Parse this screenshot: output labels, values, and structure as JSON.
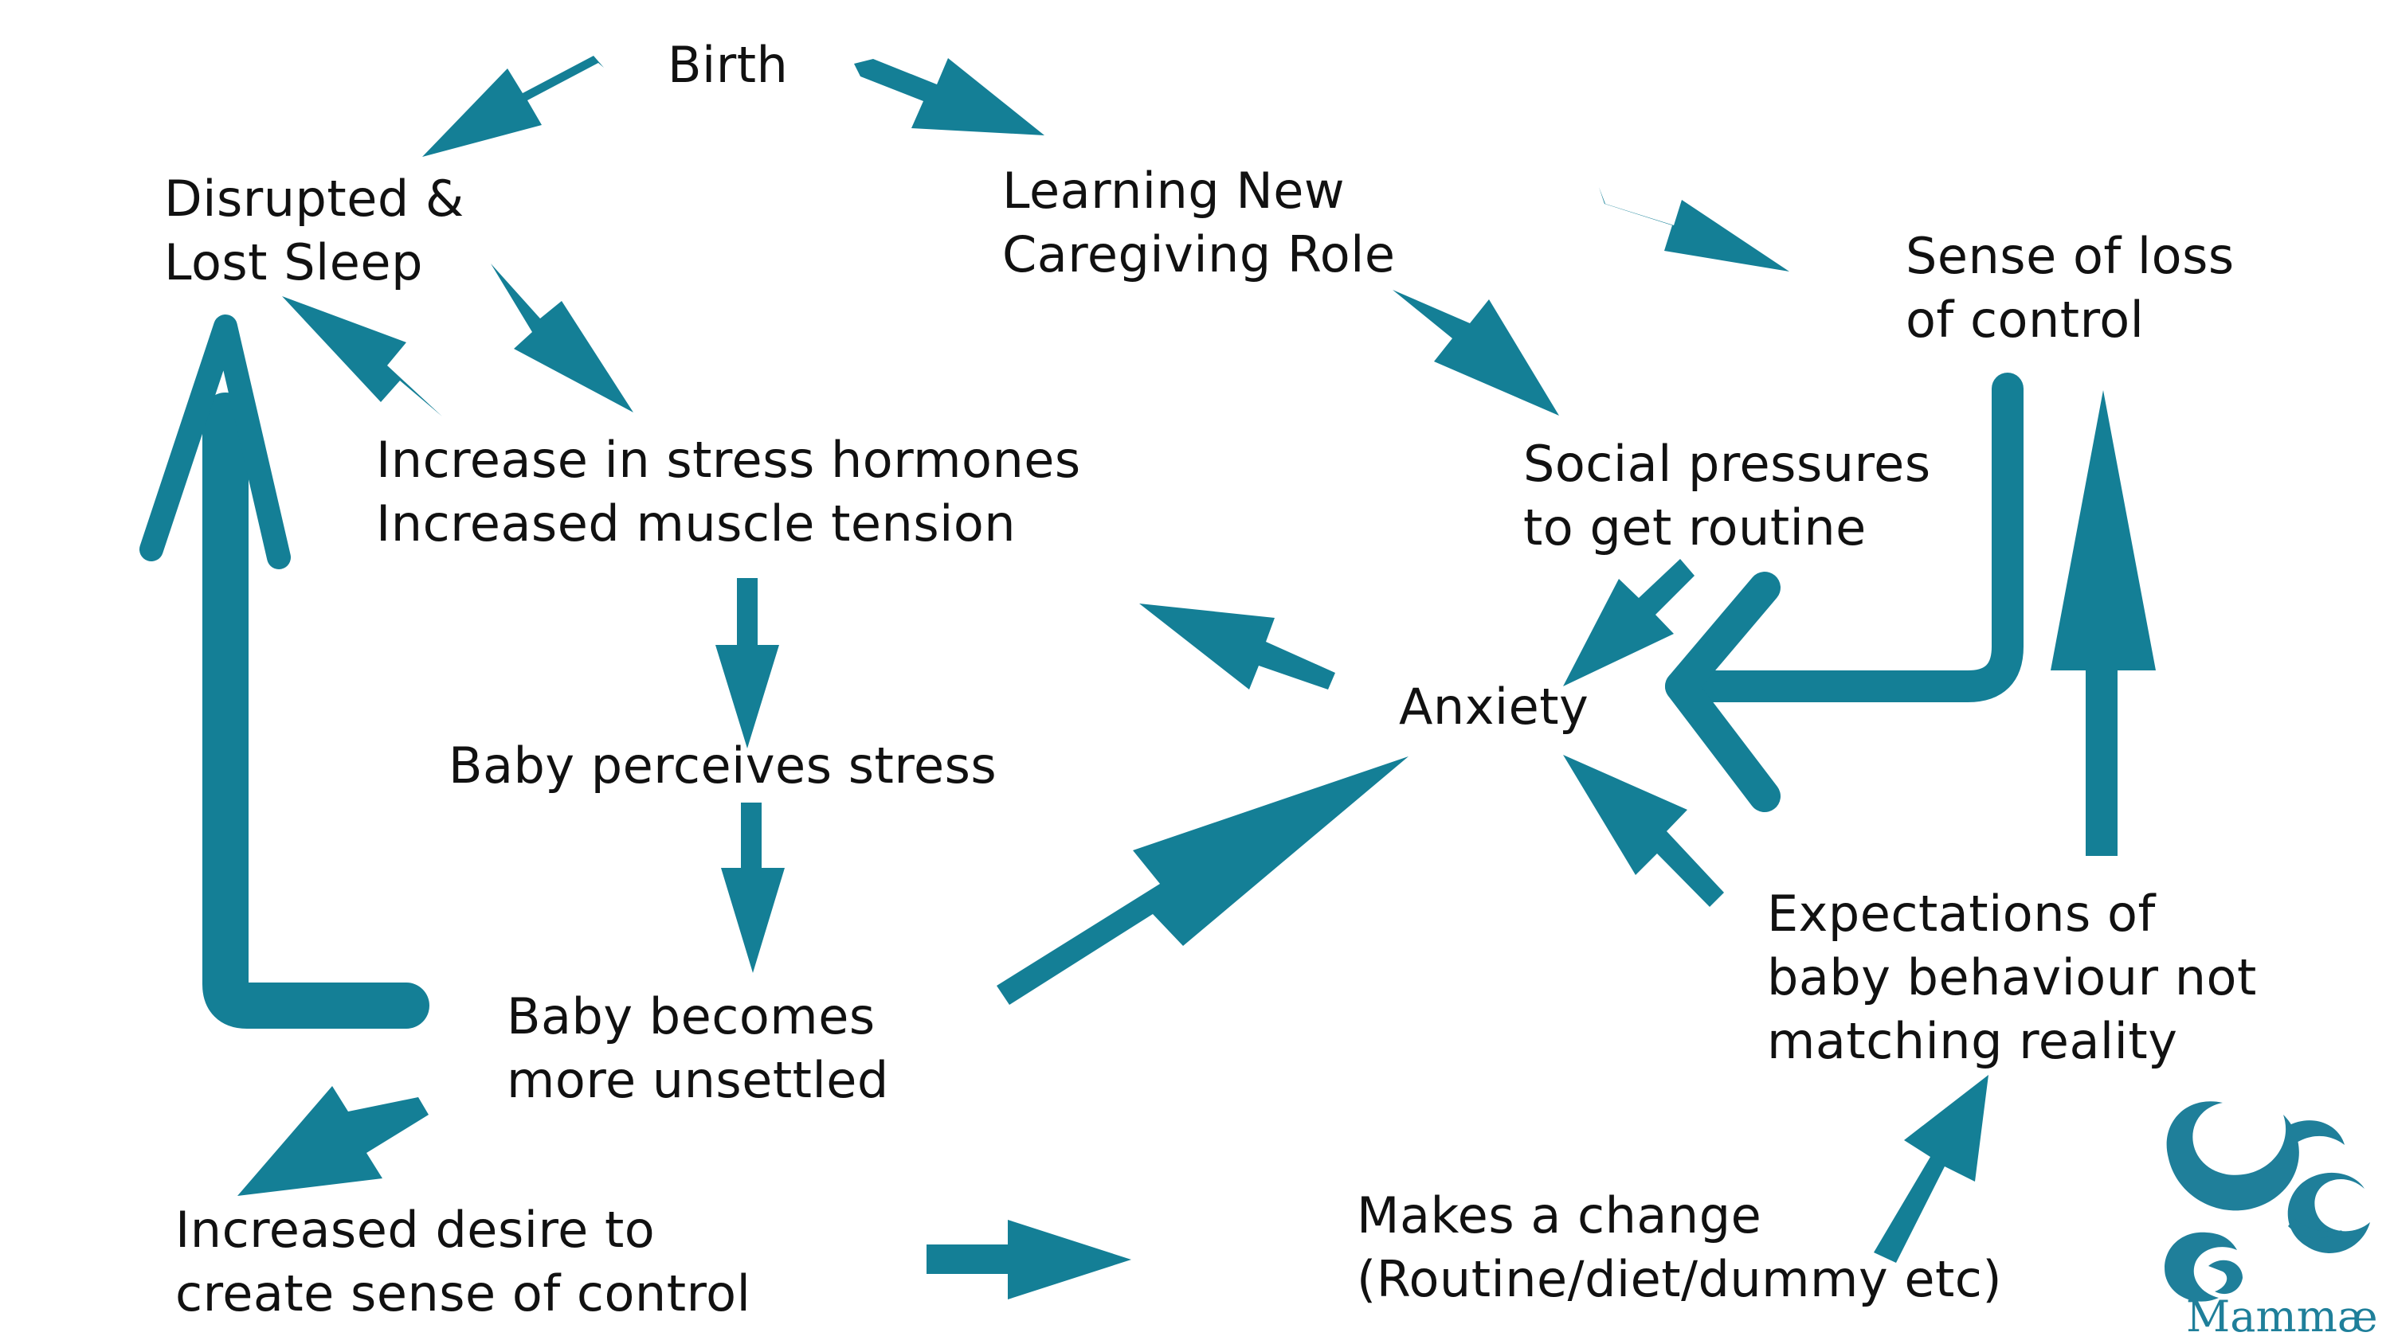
{
  "colors": {
    "arrow": "#147f96",
    "text": "#111111",
    "background": "#ffffff",
    "logo": "#1f7f9a"
  },
  "nodes": {
    "birth": {
      "lines": [
        "Birth"
      ]
    },
    "disrupted_sleep": {
      "lines": [
        "Disrupted &",
        "Lost Sleep"
      ]
    },
    "learning_role": {
      "lines": [
        "Learning New",
        "Caregiving Role"
      ]
    },
    "loss_of_control": {
      "lines": [
        "Sense of loss",
        "of control"
      ]
    },
    "stress_hormones": {
      "lines": [
        "Increase in stress hormones",
        "Increased muscle tension"
      ]
    },
    "social_pressures": {
      "lines": [
        "Social pressures",
        "to get routine"
      ]
    },
    "anxiety": {
      "lines": [
        "Anxiety"
      ]
    },
    "baby_perceives": {
      "lines": [
        "Baby perceives stress"
      ]
    },
    "expectations": {
      "lines": [
        "Expectations of",
        "baby behaviour not",
        "matching reality"
      ]
    },
    "baby_unsettled": {
      "lines": [
        "Baby becomes",
        "more unsettled"
      ]
    },
    "desire_control": {
      "lines": [
        "Increased desire to",
        "create sense of control"
      ]
    },
    "makes_change": {
      "lines": [
        "Makes a change",
        "(Routine/diet/dummy etc)"
      ]
    }
  },
  "logo": {
    "icon": "swirl-logo-icon",
    "text": "Mammæ"
  }
}
